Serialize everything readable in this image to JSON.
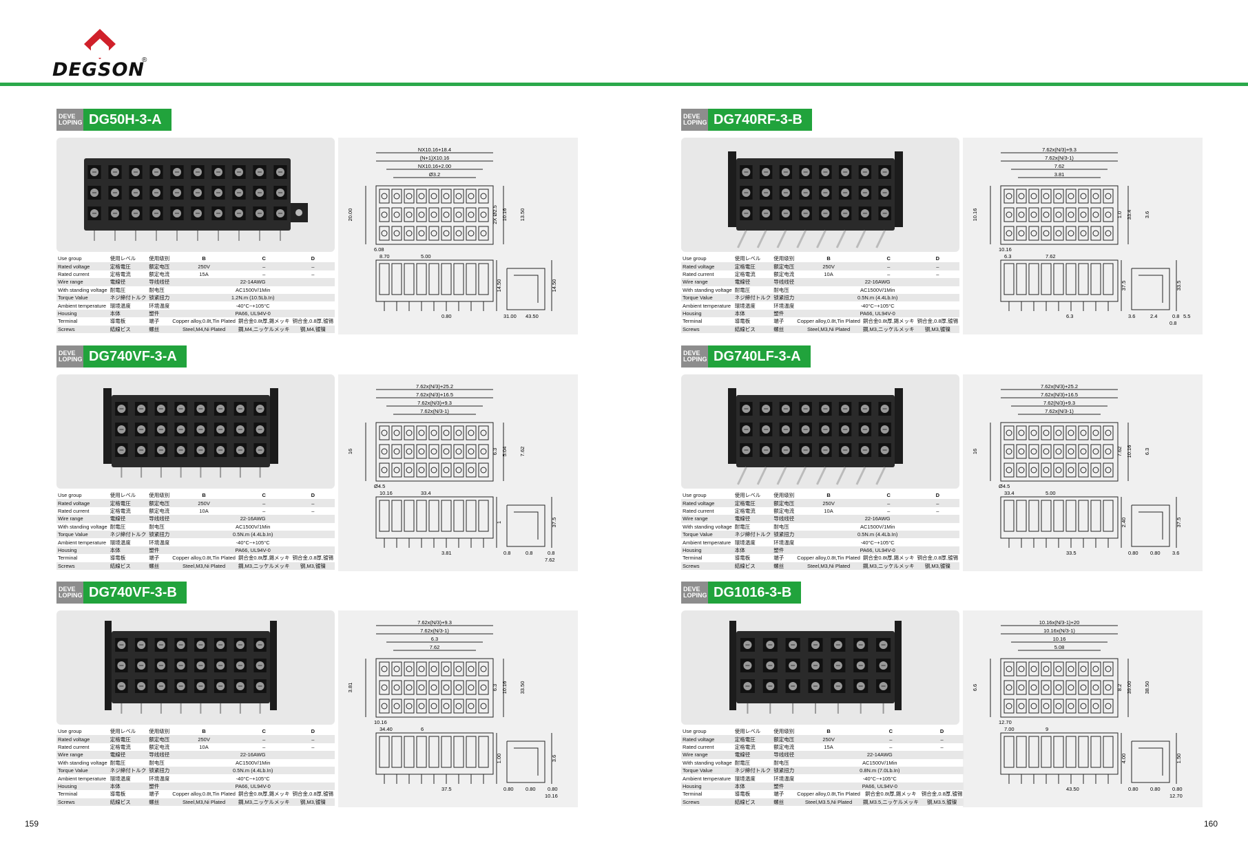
{
  "brand": {
    "name": "DEGSON",
    "reg": "®",
    "color": "#d0202a",
    "accent": "#21a33c"
  },
  "badge_dev": [
    "DEVE",
    "LOPING"
  ],
  "spec_labels": [
    [
      "Use group",
      "使用レベル",
      "使用级别"
    ],
    [
      "Rated voltage",
      "定格電圧",
      "额定电压"
    ],
    [
      "Rated current",
      "定格電流",
      "额定电流"
    ],
    [
      "Wire range",
      "電線径",
      "导线线径"
    ],
    [
      "With standing voltage",
      "耐電圧",
      "耐电压"
    ],
    [
      "Torque Value",
      "ネジ締付トルク",
      "锁紧扭力"
    ],
    [
      "Ambient temperature",
      "環境温度",
      "环境温度"
    ],
    [
      "Housing",
      "本体",
      "塑件"
    ],
    [
      "Terminal",
      "導電板",
      "端子"
    ],
    [
      "Screws",
      "結線ビス",
      "螺丝"
    ]
  ],
  "sections": [
    {
      "model": "DG50H-3-A",
      "rows": [
        [
          "B",
          "C",
          "D"
        ],
        [
          "250V",
          "–",
          "–"
        ],
        [
          "15A",
          "–",
          "–"
        ],
        [
          "22-14AWG"
        ],
        [
          "AC1500V/1Min"
        ],
        [
          "1.2N.m (10.5Lb.In)"
        ],
        [
          "-40°C~+105°C"
        ],
        [
          "PA66, UL94V-0"
        ],
        [
          "Copper alloy,0.8t,Tin Plated",
          "銅合金0.8t厚,錫メッキ",
          "铜合金,0.8厚,镀锡"
        ],
        [
          "Steel,M4,Ni Plated",
          "鋼,M4,ニッケルメッキ",
          "钢,M4,镀镍"
        ]
      ],
      "dims": [
        "NX10.16+18.4",
        "(N+1)X10.16",
        "NX10.16+2.00",
        "Ø3.2",
        "20.00",
        "6.08",
        "10.16",
        "8.70",
        "5.00",
        "2X Ø2.5",
        "13.50",
        "0.80",
        "14.50",
        "14.50",
        "31.00",
        "43.50"
      ]
    },
    {
      "model": "DG740RF-3-B",
      "rows": [
        [
          "B",
          "C",
          "D"
        ],
        [
          "250V",
          "–",
          "–"
        ],
        [
          "10A",
          "–",
          "–"
        ],
        [
          "22-16AWG"
        ],
        [
          "AC1500V/1Min"
        ],
        [
          "0.5N.m (4.4Lb.In)"
        ],
        [
          "-40°C~+105°C"
        ],
        [
          "PA66, UL94V-0"
        ],
        [
          "Copper alloy,0.8t,Tin Plated",
          "銅合金0.8t厚,錫メッキ",
          "铜合金,0.8厚,镀锡"
        ],
        [
          "Steel,M3,Ni Plated",
          "鋼,M3,ニッケルメッキ",
          "钢,M3,镀镍"
        ]
      ],
      "dims": [
        "7.62x(N/3)+9.3",
        "7.62x(N/3-1)",
        "7.62",
        "3.81",
        "10.16",
        "10.16",
        "33.4",
        "6.3",
        "7.62",
        "1.0",
        "3.6",
        "6.3",
        "33.5",
        "37.5",
        "3.6",
        "2.4",
        "0.8",
        "0.8",
        "5.5"
      ]
    },
    {
      "model": "DG740VF-3-A",
      "rows": [
        [
          "B",
          "C",
          "D"
        ],
        [
          "250V",
          "–",
          "–"
        ],
        [
          "10A",
          "–",
          "–"
        ],
        [
          "22-16AWG"
        ],
        [
          "AC1500V/1Min"
        ],
        [
          "0.5N.m (4.4Lb.In)"
        ],
        [
          "-40°C~+105°C"
        ],
        [
          "PA66, UL94V-0"
        ],
        [
          "Copper alloy,0.8t,Tin Plated",
          "銅合金0.8t厚,錫メッキ",
          "铜合金,0.8厚,镀锡"
        ],
        [
          "Steel,M3,Ni Plated",
          "鋼,M3,ニッケルメッキ",
          "钢,M3,镀镍"
        ]
      ],
      "dims": [
        "7.62x(N/3)+25.2",
        "7.62x(N/3)+16.5",
        "7.62x(N/3)+9.3",
        "7.62x(N/3-1)",
        "16",
        "Ø4.5",
        "5.04",
        "10.16",
        "33.4",
        "6.3",
        "7.62",
        "3.81",
        "37.5",
        "1",
        "0.8",
        "0.8",
        "0.8",
        "7.62"
      ]
    },
    {
      "model": "DG740LF-3-A",
      "rows": [
        [
          "B",
          "C",
          "D"
        ],
        [
          "250V",
          "–",
          "–"
        ],
        [
          "10A",
          "–",
          "–"
        ],
        [
          "22-16AWG"
        ],
        [
          "AC1500V/1Min"
        ],
        [
          "0.5N.m (4.4Lb.In)"
        ],
        [
          "-40°C~+105°C"
        ],
        [
          "PA66, UL94V-0"
        ],
        [
          "Copper alloy,0.8t,Tin Plated",
          "銅合金0.8t厚,錫メッキ",
          "铜合金,0.8厚,镀锡"
        ],
        [
          "Steel,M3,Ni Plated",
          "鋼,M3,ニッケルメッキ",
          "钢,M3,镀镍"
        ]
      ],
      "dims": [
        "7.62x(N/3)+25.2",
        "7.62x(N/3)+16.5",
        "7.62(N/3)+9.3",
        "7.62x(N/3-1)",
        "16",
        "Ø4.5",
        "10.16",
        "33.4",
        "5.00",
        "7.62",
        "6.3",
        "33.5",
        "37.5",
        "2.40",
        "0.80",
        "0.80",
        "3.6"
      ]
    },
    {
      "model": "DG740VF-3-B",
      "rows": [
        [
          "B",
          "C",
          "D"
        ],
        [
          "250V",
          "–",
          "–"
        ],
        [
          "10A",
          "–",
          "–"
        ],
        [
          "22-16AWG"
        ],
        [
          "AC1500V/1Min"
        ],
        [
          "0.5N.m (4.4Lb.In)"
        ],
        [
          "-40°C~+105°C"
        ],
        [
          "PA66, UL94V-0"
        ],
        [
          "Copper alloy,0.8t,Tin Plated",
          "銅合金0.8t厚,錫メッキ",
          "铜合金,0.8厚,镀锡"
        ],
        [
          "Steel,M3,Ni Plated",
          "鋼,M3,ニッケルメッキ",
          "钢,M3,镀镍"
        ]
      ],
      "dims": [
        "7.62x(N/3)+9.3",
        "7.62x(N/3-1)",
        "6.3",
        "7.62",
        "3.81",
        "10.16",
        "10.16",
        "34.40",
        "6",
        "6.3",
        "33.50",
        "37.5",
        "3.6",
        "1.00",
        "0.80",
        "0.80",
        "0.80",
        "10.16"
      ]
    },
    {
      "model": "DG1016-3-B",
      "rows": [
        [
          "B",
          "C",
          "D"
        ],
        [
          "250V",
          "–",
          "–"
        ],
        [
          "15A",
          "–",
          "–"
        ],
        [
          "22-14AWG"
        ],
        [
          "AC1500V/1Min"
        ],
        [
          "0.8N.m (7.0Lb.In)"
        ],
        [
          "-40°C~+105°C"
        ],
        [
          "PA66, UL94V-0"
        ],
        [
          "Copper alloy,0.8t,Tin Plated",
          "銅合金0.8t厚,錫メッキ",
          "铜合金,0.8厚,镀锡"
        ],
        [
          "Steel,M3.5,Ni Plated",
          "鋼,M3.5,ニッケルメッキ",
          "钢,M3.5,镀镍"
        ]
      ],
      "dims": [
        "10.16x(N/3-1)+20",
        "10.16x(N/3-1)",
        "10.16",
        "5.08",
        "6.6",
        "12.70",
        "39.00",
        "7.00",
        "9",
        "8.2",
        "38.50",
        "43.50",
        "1.50",
        "4.00",
        "0.80",
        "0.80",
        "0.80",
        "12.70"
      ]
    }
  ],
  "page_numbers": {
    "left": "159",
    "right": "160"
  }
}
